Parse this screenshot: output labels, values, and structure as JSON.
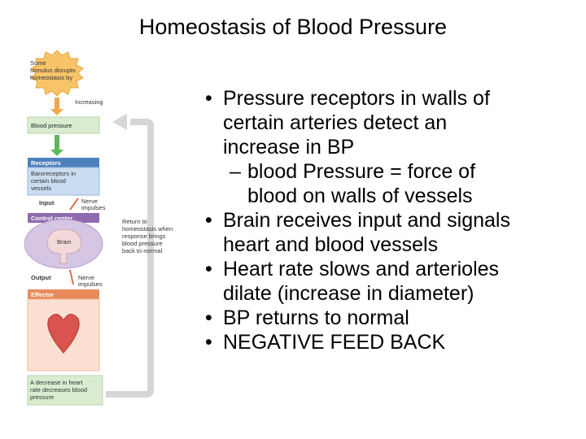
{
  "title": "Homeostasis of Blood Pressure",
  "diagram": {
    "stimulus": [
      "Some",
      "stimulus disrupts",
      "homeostasis by"
    ],
    "increasing": "Increasing",
    "blood_pressure": "Blood pressure",
    "receptors": "Receptors",
    "baroreceptors": [
      "Baroreceptors in",
      "certain blood",
      "vessels"
    ],
    "input": "Input",
    "nerve_impulses_in": [
      "Nerve",
      "impulses"
    ],
    "control_center": "Control center",
    "brain": "Brain",
    "output": "Output",
    "nerve_impulses_out": [
      "Nerve",
      "impulses"
    ],
    "effector": "Effector",
    "return": [
      "Return to",
      "homeostasis when",
      "response brings",
      "blood pressure",
      "back to normal"
    ],
    "decrease": [
      "A decrease in heart",
      "rate decreases blood",
      "pressure"
    ]
  },
  "bullets": [
    {
      "text": [
        "Pressure receptors in walls of",
        "certain arteries detect an",
        "increase in BP"
      ],
      "sub": [
        "blood Pressure = force of",
        "blood on walls of vessels"
      ]
    },
    {
      "text": [
        "Brain receives input and signals",
        "heart and blood vessels"
      ]
    },
    {
      "text": [
        "Heart rate slows and arterioles",
        "dilate (increase in diameter)"
      ]
    },
    {
      "text": [
        "BP returns to normal"
      ]
    },
    {
      "text": [
        "NEGATIVE FEED BACK"
      ]
    }
  ]
}
